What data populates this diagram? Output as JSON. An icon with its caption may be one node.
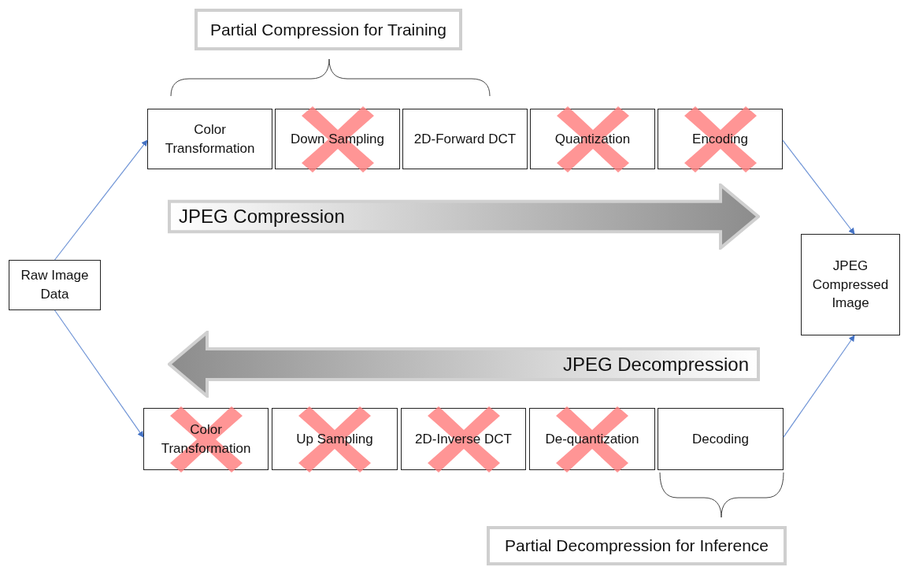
{
  "diagram": {
    "nodes": [
      {
        "text": [
          "Partial Compression for Training"
        ]
      },
      {
        "text": [
          "Raw Image Data"
        ]
      },
      {
        "text": [
          "Color Transformation"
        ]
      },
      {
        "text": [
          "Down Sampling"
        ]
      },
      {
        "text": [
          "2D-Forward DCT"
        ]
      },
      {
        "text": [
          "Quantization"
        ]
      },
      {
        "text": [
          "Encoding"
        ]
      },
      {
        "text": [
          "JPEG Compression"
        ]
      },
      {
        "text": [
          "JPEG Compressed Image"
        ]
      },
      {
        "text": [
          "JPEG Decompression"
        ]
      },
      {
        "text": [
          "Color Transformation"
        ]
      },
      {
        "text": [
          "Up Sampling"
        ]
      },
      {
        "text": [
          "2D-Inverse DCT"
        ]
      },
      {
        "text": [
          "De-quantization"
        ]
      },
      {
        "text": [
          "Decoding"
        ]
      },
      {
        "text": [
          "Partial Decompression for Inference"
        ]
      }
    ],
    "edges": [
      {
        "from": 1,
        "to": 2,
        "arrow": "to"
      },
      {
        "from": 6,
        "to": 8,
        "arrow": "to"
      },
      {
        "from": 1,
        "to": 10,
        "arrow": "to"
      },
      {
        "from": 14,
        "to": 8,
        "arrow": "to"
      }
    ]
  }
}
